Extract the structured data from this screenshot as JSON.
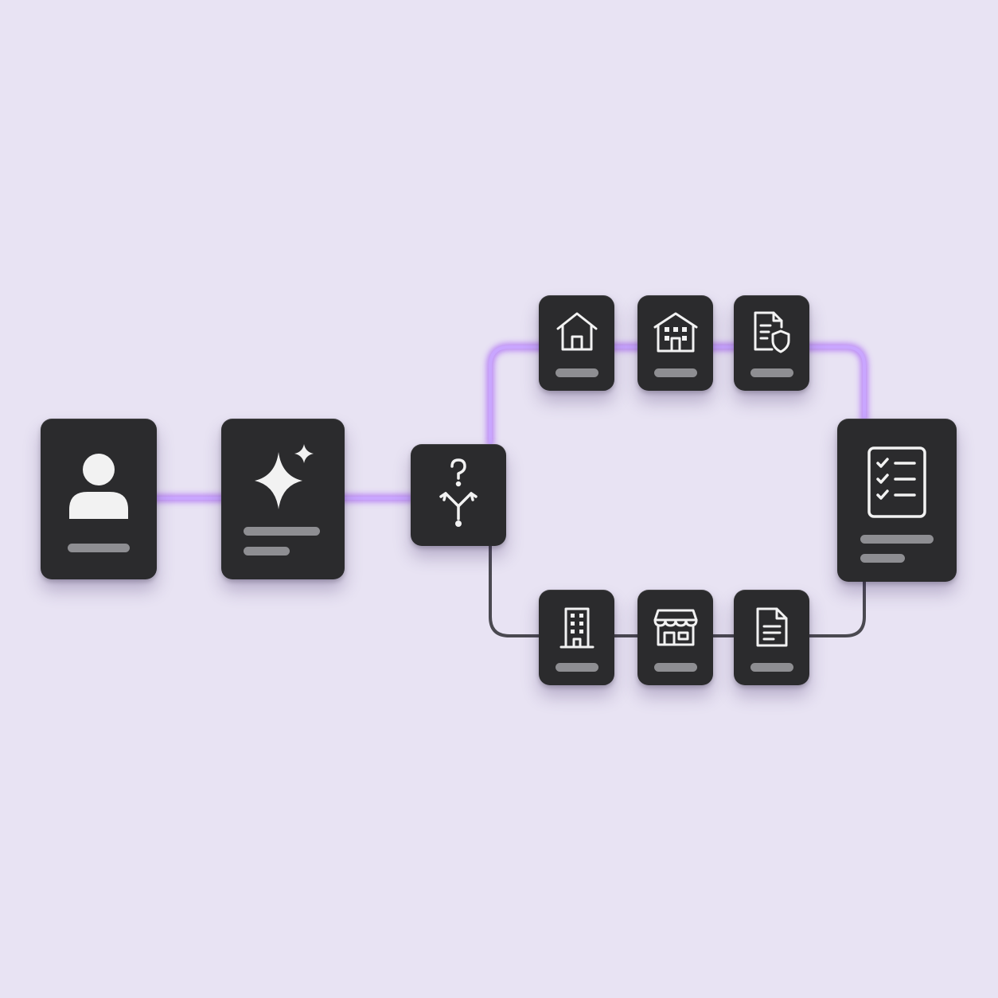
{
  "diagram": {
    "accent_color": "#a45cf5",
    "inactive_line_color": "#4a4950",
    "background_color": "#e8e3f3",
    "card_color": "#2b2b2d",
    "nodes": [
      {
        "id": "user",
        "icon": "user-icon"
      },
      {
        "id": "ai",
        "icon": "sparkle-icon"
      },
      {
        "id": "decision",
        "icon": "question-split-icon"
      },
      {
        "id": "home",
        "icon": "house-icon"
      },
      {
        "id": "apartment",
        "icon": "apartment-building-icon"
      },
      {
        "id": "insurance-doc",
        "icon": "document-shield-icon"
      },
      {
        "id": "office",
        "icon": "office-building-icon"
      },
      {
        "id": "store",
        "icon": "storefront-icon"
      },
      {
        "id": "doc",
        "icon": "document-icon"
      },
      {
        "id": "checklist",
        "icon": "checklist-icon"
      }
    ],
    "active_path": [
      "user",
      "ai",
      "decision",
      "home",
      "apartment",
      "insurance-doc",
      "checklist"
    ],
    "inactive_path": [
      "decision",
      "office",
      "store",
      "doc",
      "checklist"
    ]
  }
}
